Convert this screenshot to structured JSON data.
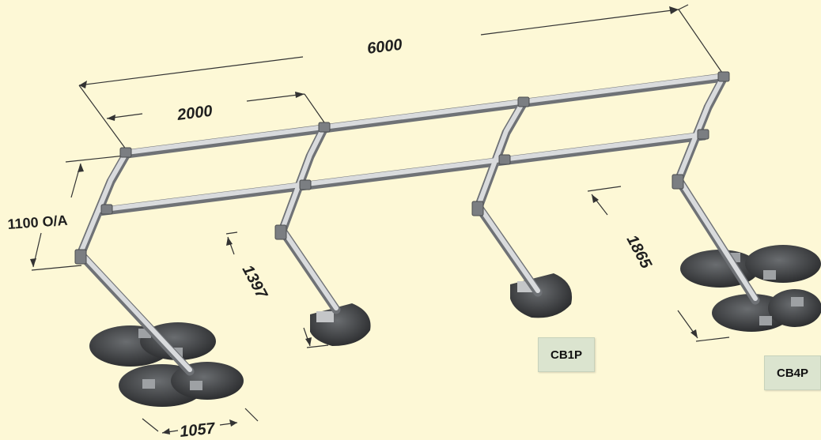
{
  "dimensions": {
    "total_length": "6000",
    "bay_length": "2000",
    "height": "1100 O/A",
    "rear_offset": "1397",
    "base_offset": "1865",
    "base_width": "1057"
  },
  "labels": {
    "single_base": "CB1P",
    "quad_base": "CB4P"
  },
  "colors": {
    "background": "#fdf8d6",
    "rail": "#9a9da1",
    "base": "#3c3e41",
    "label_bg": "#dbe4cf"
  }
}
